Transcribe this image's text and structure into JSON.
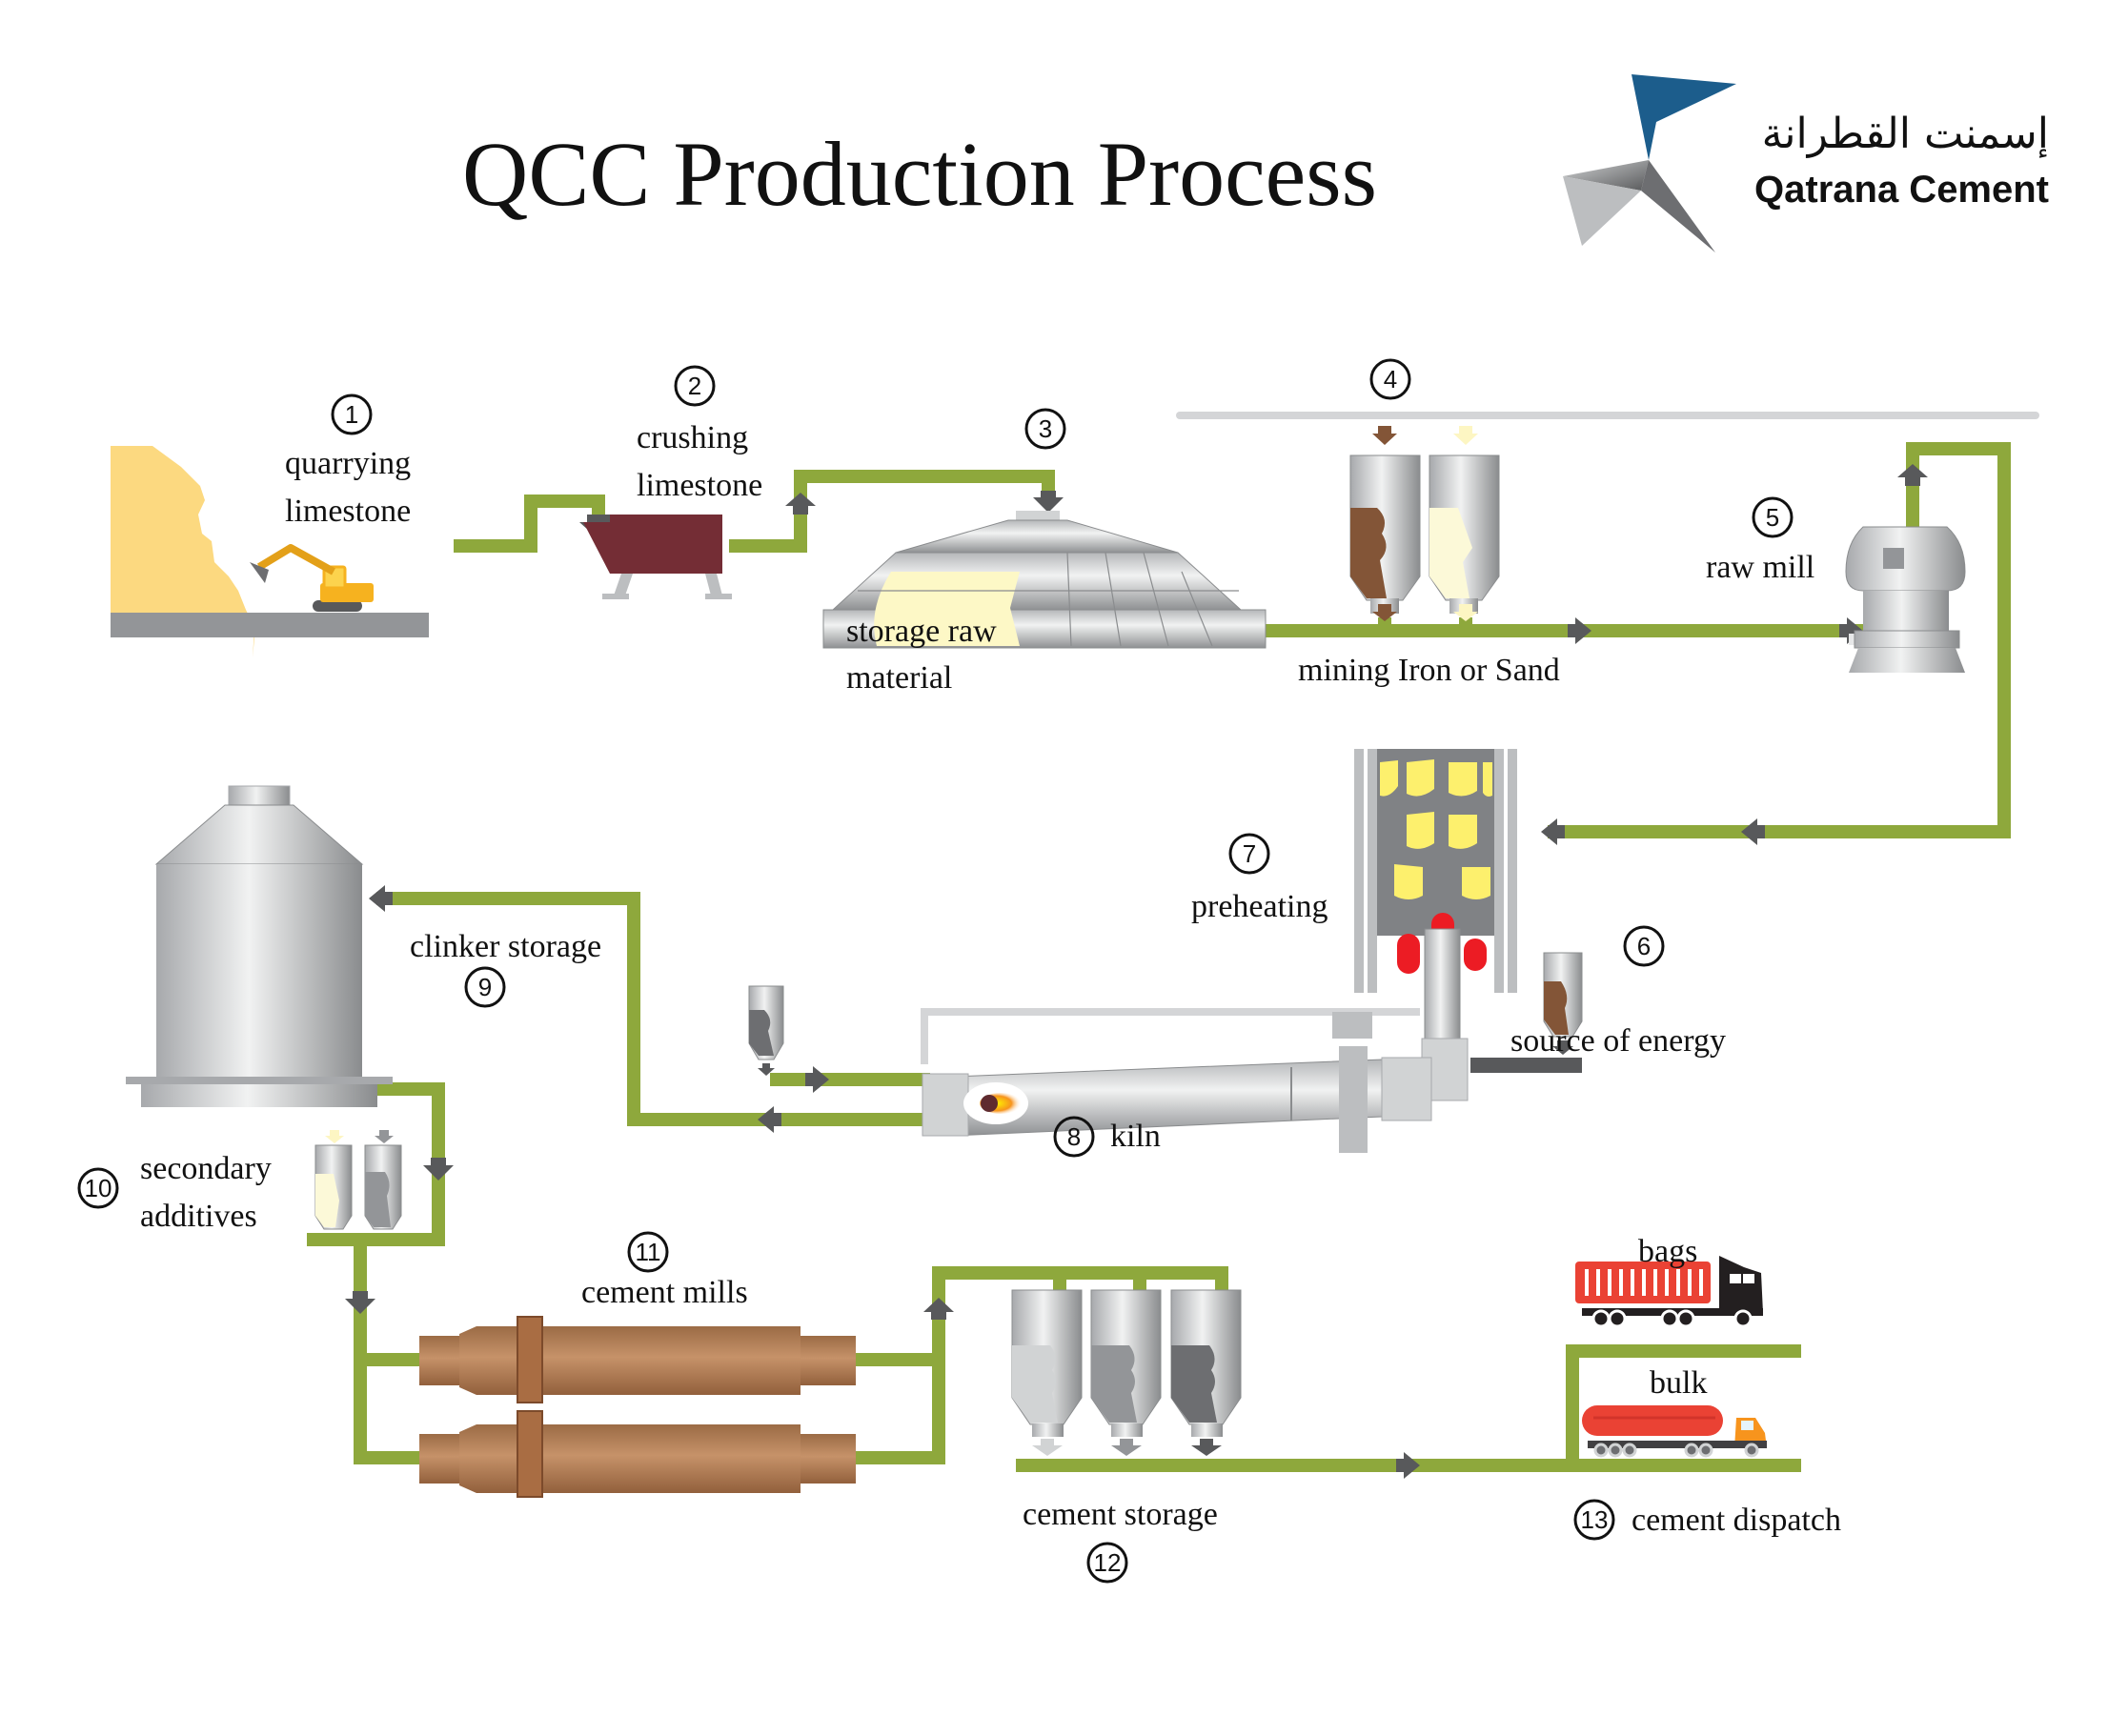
{
  "title": "QCC Production Process",
  "logo": {
    "arabic_name": "إسمنت القطرانة",
    "english_name": "Qatrana Cement",
    "icon": "star-logo-icon"
  },
  "colors": {
    "pipe": "#8ea83c",
    "arrow": "#58595b",
    "rail": "#d4d5d7",
    "limestone": "#fcd980",
    "crusher": "#742d35",
    "iron": "#835537",
    "sand": "#fcf9d8",
    "preheater_yellow": "#fdf06d",
    "preheater_red": "#ec1c24",
    "copper_mill": "#b07a52",
    "truck_red": "#ea4234",
    "logo_blue": "#1c5d8c"
  },
  "steps": [
    {
      "number": "1",
      "label_lines": [
        "quarrying",
        "limestone"
      ]
    },
    {
      "number": "2",
      "label_lines": [
        "crushing",
        "limestone"
      ]
    },
    {
      "number": "3",
      "label_lines": [
        "storage raw",
        "material"
      ]
    },
    {
      "number": "4",
      "label_lines": [
        "mining Iron or Sand"
      ]
    },
    {
      "number": "5",
      "label_lines": [
        "raw mill"
      ]
    },
    {
      "number": "6",
      "label_lines": [
        "source of energy"
      ]
    },
    {
      "number": "7",
      "label_lines": [
        "preheating"
      ]
    },
    {
      "number": "8",
      "label_lines": [
        "kiln"
      ]
    },
    {
      "number": "9",
      "label_lines": [
        "clinker storage"
      ]
    },
    {
      "number": "10",
      "label_lines": [
        "secondary",
        "additives"
      ]
    },
    {
      "number": "11",
      "label_lines": [
        "cement mills"
      ]
    },
    {
      "number": "12",
      "label_lines": [
        "cement storage"
      ]
    },
    {
      "number": "13",
      "label_lines": [
        "cement dispatch"
      ]
    }
  ],
  "dispatch": {
    "bags_label": "bags",
    "bulk_label": "bulk"
  }
}
